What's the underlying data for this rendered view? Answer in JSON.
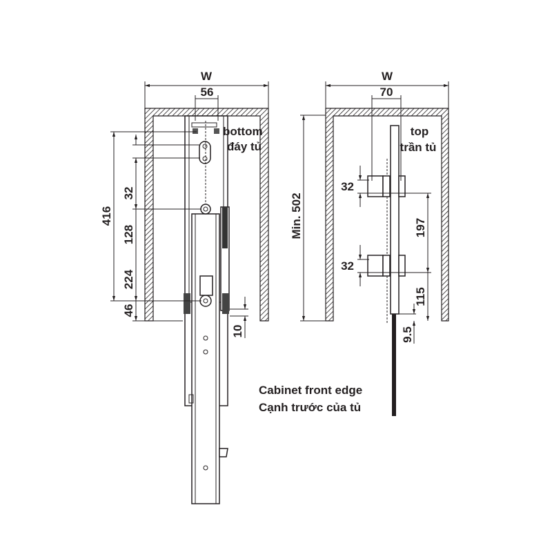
{
  "left_view": {
    "width_label": "W",
    "dim_56": "56",
    "dim_416": "416",
    "dim_32": "32",
    "dim_128": "128",
    "dim_224": "224",
    "dim_46": "46",
    "dim_10": "10",
    "label_en": "bottom",
    "label_vi": "đáy tủ"
  },
  "right_view": {
    "width_label": "W",
    "dim_70": "70",
    "dim_min": "Min. 502",
    "dim_32a": "32",
    "dim_32b": "32",
    "dim_197": "197",
    "dim_115": "115",
    "dim_9_5": "9.5",
    "label_en": "top",
    "label_vi": "trần tủ"
  },
  "caption": {
    "en": "Cabinet front edge",
    "vi": "Cạnh trước của tủ"
  }
}
